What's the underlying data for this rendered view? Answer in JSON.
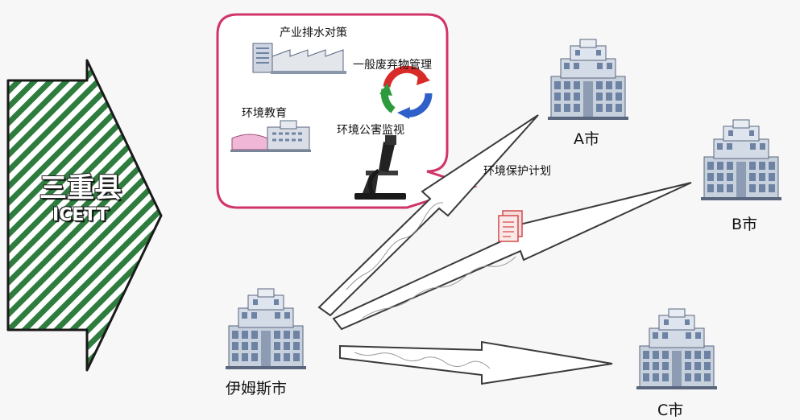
{
  "ministry": {
    "line1": "三重县",
    "line2": "ICETT"
  },
  "bubble": {
    "items": {
      "wastewater": "产业排水对策",
      "waste": "一般废弃物管理",
      "education": "环境教育",
      "pollution": "环境公害监视"
    },
    "caption": "环境保护计划"
  },
  "cities": {
    "origin": "伊姆斯市",
    "a": "A市",
    "b": "B市",
    "c": "C市"
  },
  "colors": {
    "arrow_fill": "#2e7d3f",
    "bubble_border": "#d1346b",
    "recycle": [
      "#d92a2a",
      "#2f5fc8",
      "#2d9a3e"
    ],
    "building": "#7b8fb0"
  },
  "icons": [
    "office-building-icon",
    "factory-icon",
    "recycle-icon",
    "school-icon",
    "microscope-icon",
    "document-icon"
  ]
}
